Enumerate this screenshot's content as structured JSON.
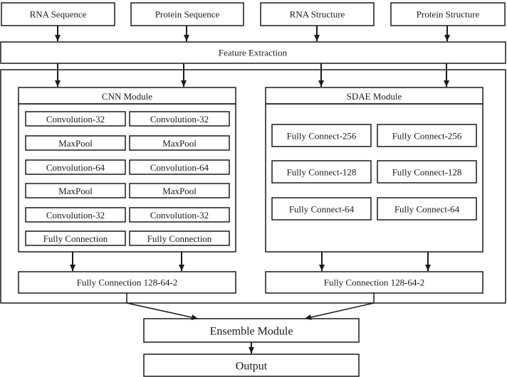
{
  "inputs": [
    {
      "label": "RNA Sequence"
    },
    {
      "label": "Protein Sequence"
    },
    {
      "label": "RNA Structure"
    },
    {
      "label": "Protein Structure"
    }
  ],
  "feature_extraction": {
    "label": "Feature Extraction"
  },
  "cnn_module": {
    "title": "CNN Module",
    "left_column": [
      "Convolution-32",
      "MaxPool",
      "Convolution-64",
      "MaxPool",
      "Convolution-32",
      "Fully Connection"
    ],
    "right_column": [
      "Convolution-32",
      "MaxPool",
      "Convolution-64",
      "MaxPool",
      "Convolution-32",
      "Fully Connection"
    ],
    "output_layer": "Fully Connection 128-64-2"
  },
  "sdae_module": {
    "title": "SDAE Module",
    "left_column": [
      "Fully Connect-256",
      "Fully Connect-128",
      "Fully Connect-64"
    ],
    "right_column": [
      "Fully Connect-256",
      "Fully Connect-128",
      "Fully Connect-64"
    ],
    "output_layer": "Fully Connection 128-64-2"
  },
  "ensemble_module": {
    "label": "Ensemble Module"
  },
  "output": {
    "label": "Output"
  },
  "colors": {
    "stroke": "#1a1a1a",
    "background": "#ffffff"
  }
}
